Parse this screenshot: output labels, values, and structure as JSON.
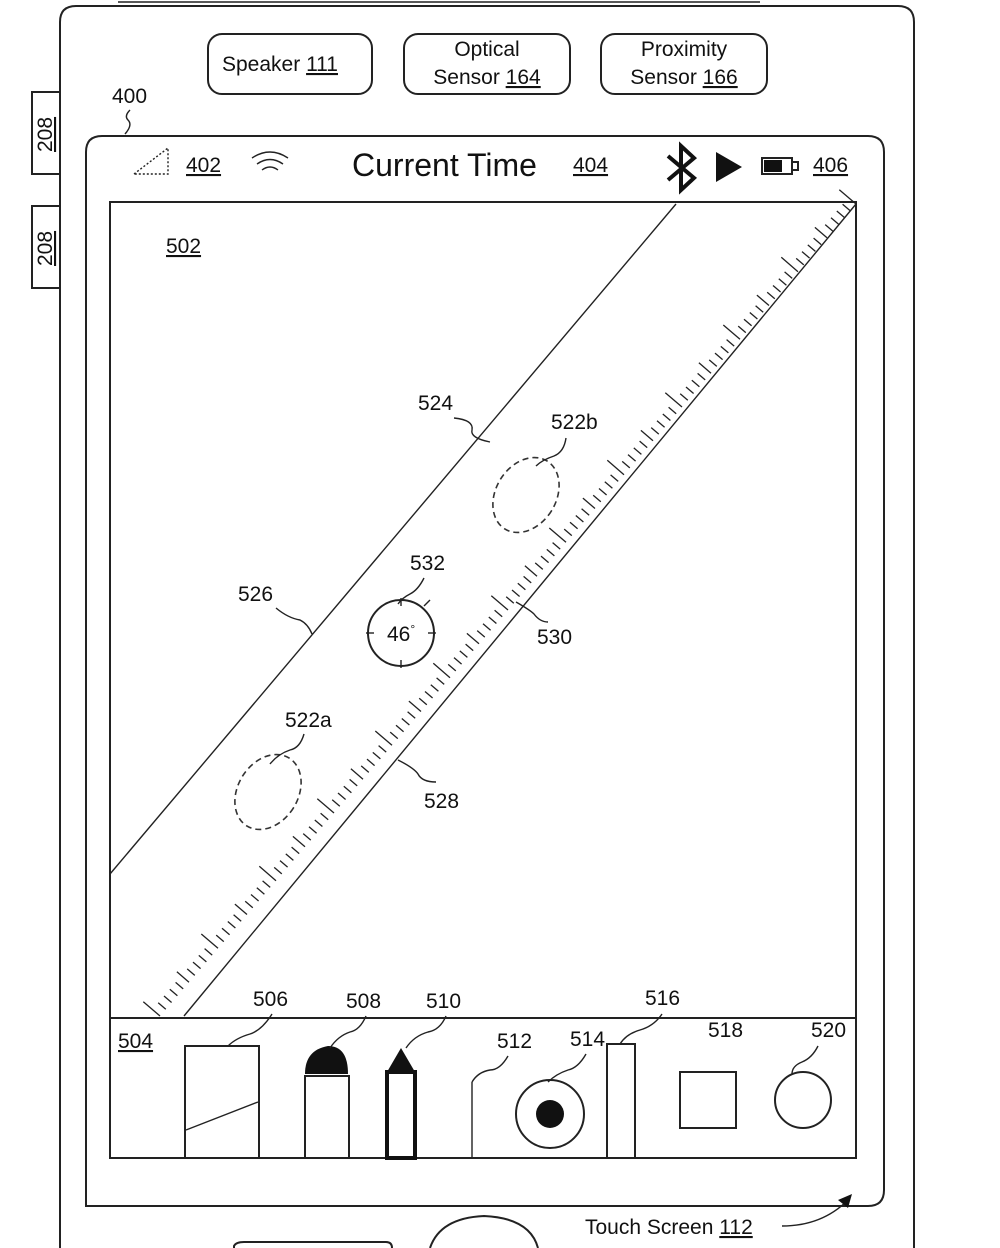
{
  "device": {
    "label": "400",
    "side_buttons": [
      "208",
      "208"
    ],
    "sensors": [
      {
        "name": "Speaker",
        "ref": "111"
      },
      {
        "name_line1": "Optical",
        "name_line2": "Sensor",
        "ref": "164"
      },
      {
        "name_line1": "Proximity",
        "name_line2": "Sensor",
        "ref": "166"
      }
    ],
    "touch_screen": {
      "name": "Touch Screen",
      "ref": "112"
    }
  },
  "status_bar": {
    "signal_ref": "402",
    "time_label": "Current Time",
    "time_ref": "404",
    "battery_ref": "406"
  },
  "canvas": {
    "ref": "502",
    "ruler_ref": "524",
    "ruler_edge_ref": "526",
    "tick_edge_ref": "528",
    "tick_ref": "530",
    "angle_indicator_ref": "532",
    "angle_value": "46",
    "angle_unit": "°",
    "contact_a_ref": "522a",
    "contact_b_ref": "522b"
  },
  "toolbar": {
    "ref": "504",
    "tools": [
      {
        "name": "ruler-tool",
        "ref": "506"
      },
      {
        "name": "marker-tool",
        "ref": "508"
      },
      {
        "name": "pencil-tool",
        "ref": "510"
      },
      {
        "name": "eraser-tool",
        "ref": "512"
      },
      {
        "name": "color-picker",
        "ref": "514"
      },
      {
        "name": "divider-tool",
        "ref": "516"
      },
      {
        "name": "square-shape",
        "ref": "518"
      },
      {
        "name": "circle-shape",
        "ref": "520"
      }
    ]
  }
}
